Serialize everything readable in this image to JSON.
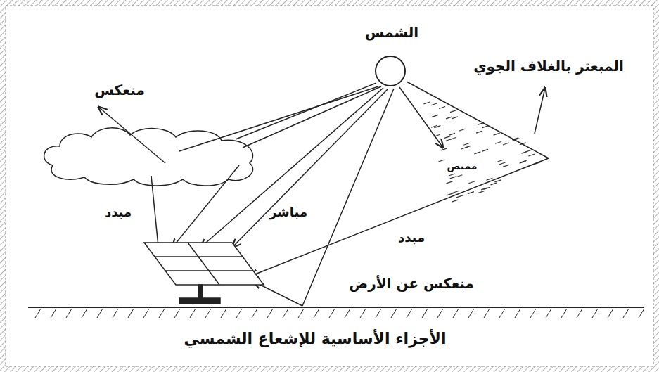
{
  "diagram": {
    "caption": "الأجزاء الأساسية للإشعاع الشمسي",
    "nodes": [
      {
        "text": [
          "الشمس"
        ]
      }
    ],
    "labels": [
      "منعكس",
      "المبعثر بالغلاف الجوي",
      "ممتص",
      "مبدد",
      "مباشر",
      "مبدد",
      "منعكس عن الأرض"
    ]
  }
}
